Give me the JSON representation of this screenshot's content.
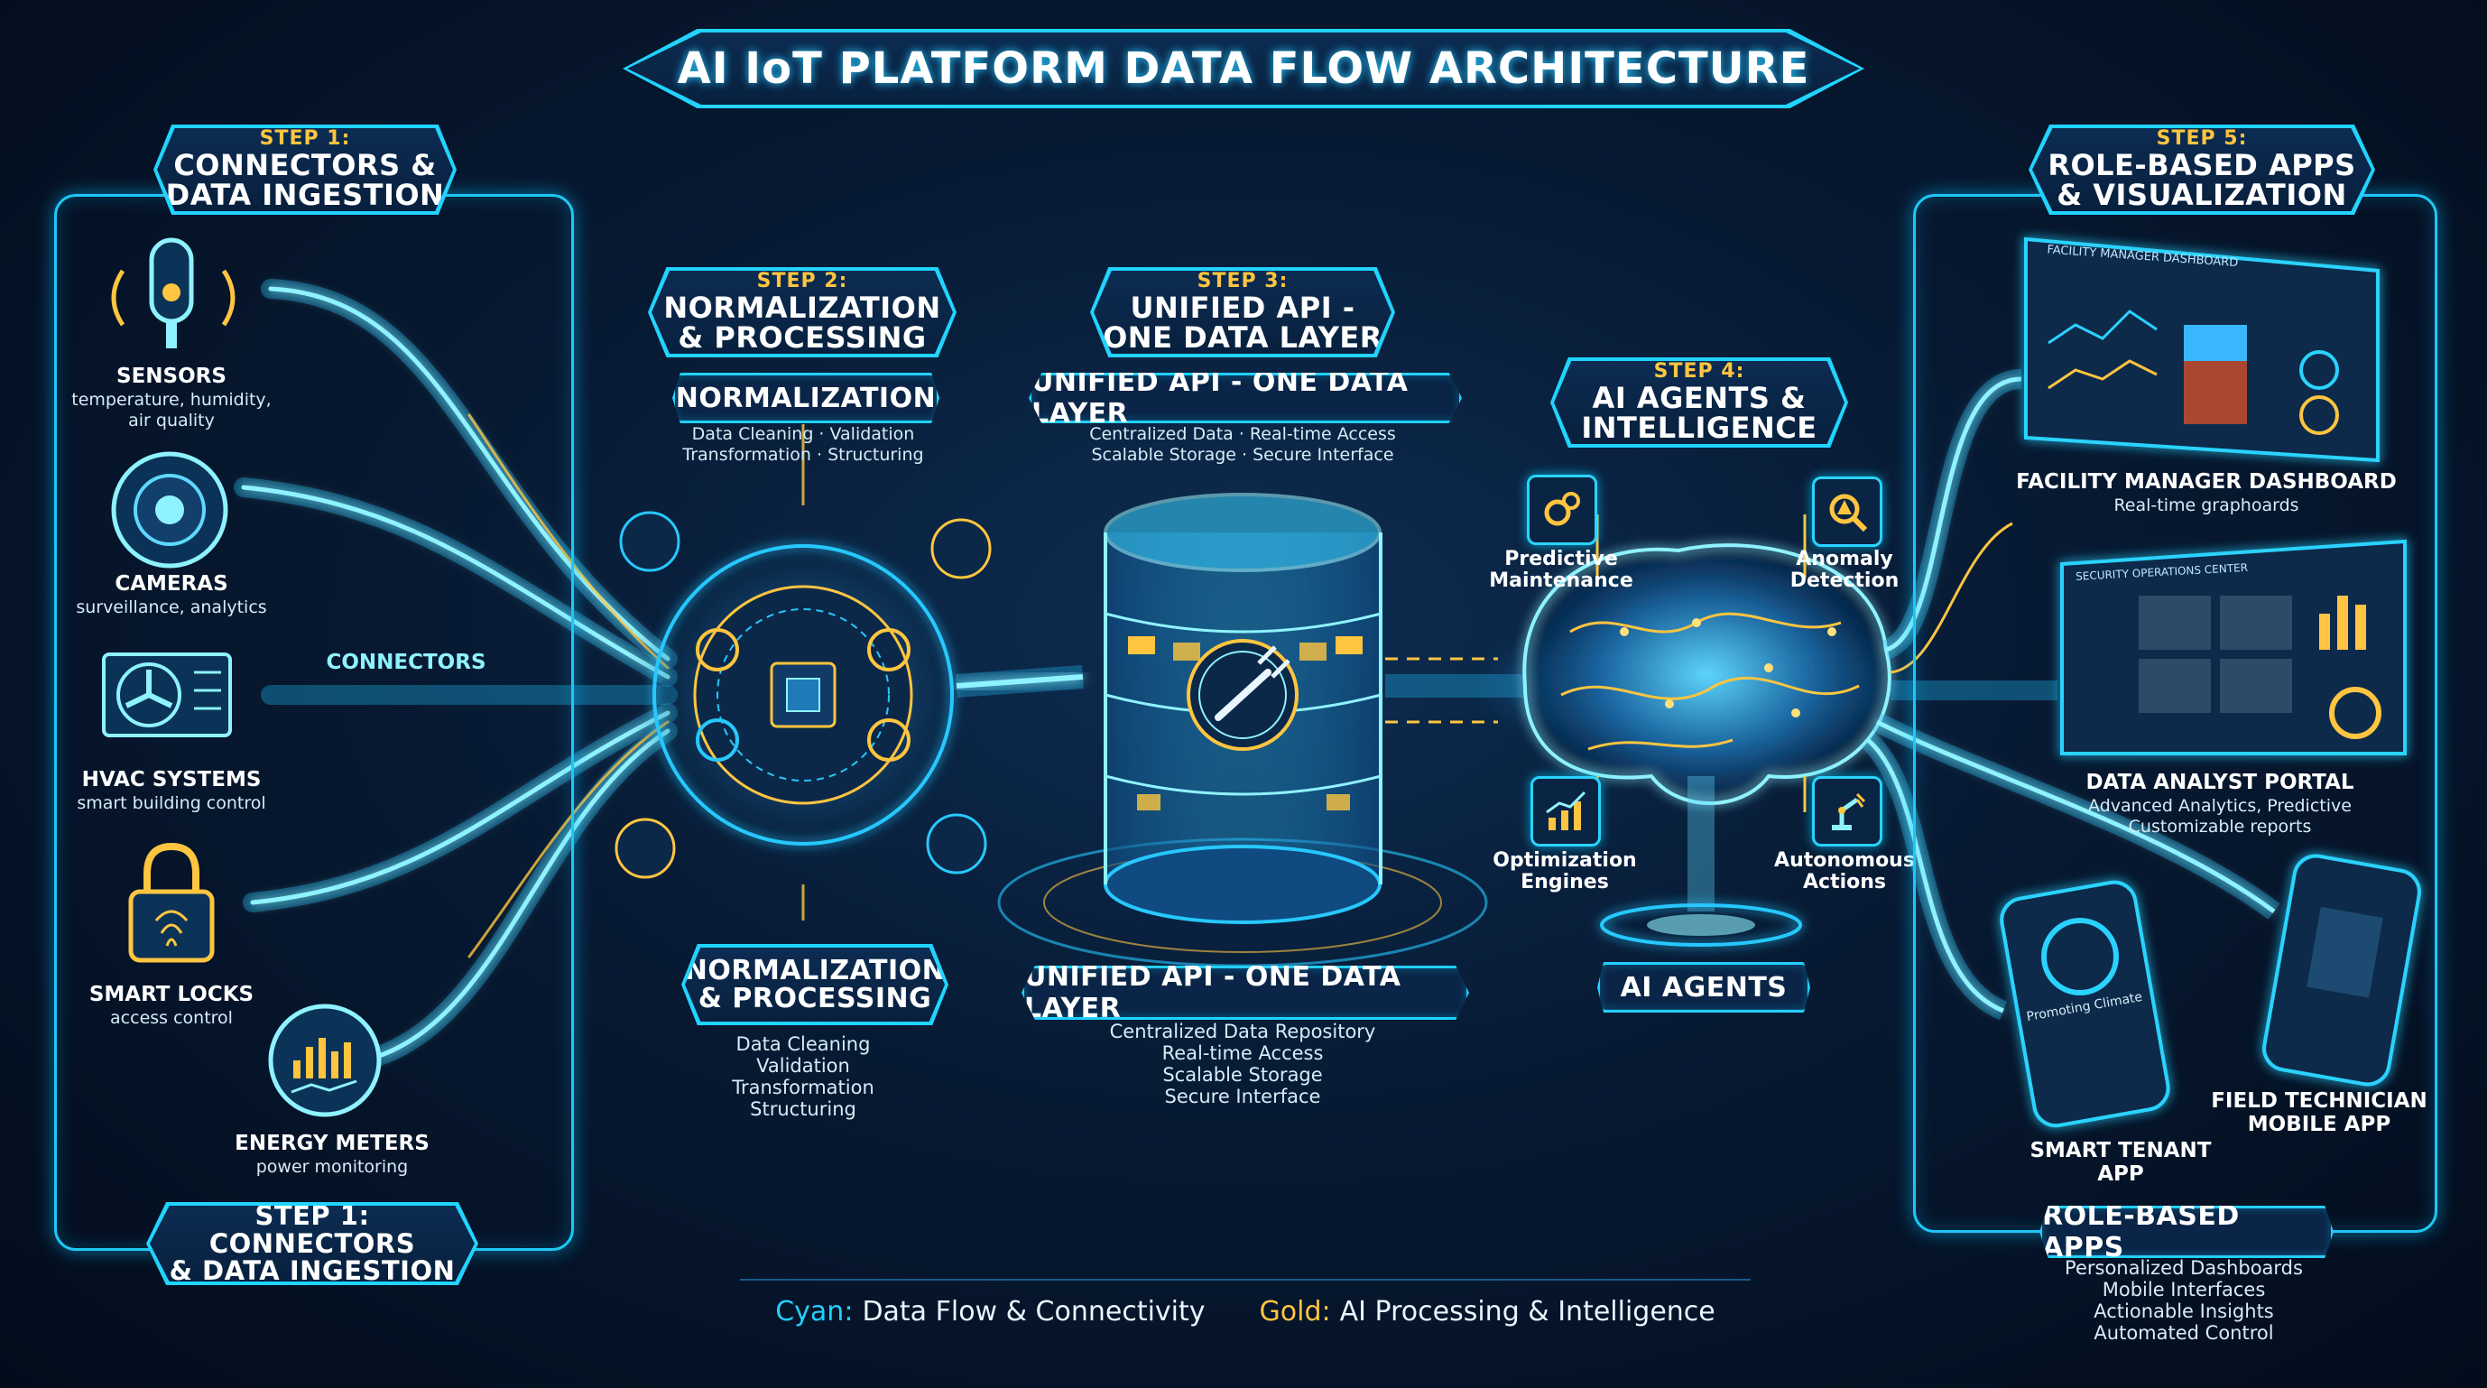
{
  "title": "AI IoT PLATFORM DATA FLOW ARCHITECTURE",
  "colors": {
    "cyan": "#22d0ff",
    "gold": "#ffc540",
    "background": "#071a33"
  },
  "step1": {
    "step": "STEP 1:",
    "heading_line1": "CONNECTORS &",
    "heading_line2": "DATA INGESTION",
    "footer_line1": "STEP 1: CONNECTORS",
    "footer_line2": "& DATA INGESTION",
    "connectors_label": "CONNECTORS",
    "sources": [
      {
        "name": "SENSORS",
        "desc_line1": "temperature, humidity,",
        "desc_line2": "air quality",
        "icon": "sensor-icon"
      },
      {
        "name": "CAMERAS",
        "desc_line1": "surveillance, analytics",
        "icon": "camera-icon"
      },
      {
        "name": "HVAC SYSTEMS",
        "desc_line1": "smart building control",
        "icon": "hvac-fan-icon"
      },
      {
        "name": "SMART LOCKS",
        "desc_line1": "access control",
        "icon": "padlock-fingerprint-icon"
      },
      {
        "name": "ENERGY METERS",
        "desc_line1": "power monitoring",
        "icon": "energy-meter-icon"
      }
    ]
  },
  "step2": {
    "step": "STEP 2:",
    "heading_line1": "NORMALIZATION",
    "heading_line2": "& PROCESSING",
    "pill": "NORMALIZATION",
    "top_line1": "Data Cleaning · Validation",
    "top_line2": "Transformation · Structuring",
    "bottom_heading_line1": "NORMALIZATION",
    "bottom_heading_line2": "& PROCESSING",
    "bottom_items": [
      "Data Cleaning",
      "Validation",
      "Transformation",
      "Structuring"
    ]
  },
  "step3": {
    "step": "STEP 3:",
    "heading_line1": "UNIFIED API -",
    "heading_line2": "ONE DATA LAYER",
    "pill": "UNIFIED API - ONE DATA LAYER",
    "top_line1": "Centralized Data · Real-time Access",
    "top_line2": "Scalable Storage · Secure Interface",
    "bottom_pill": "UNIFIED API - ONE DATA LAYER",
    "bottom_items": [
      "Centralized Data Repository",
      "Real-time Access",
      "Scalable Storage",
      "Secure Interface"
    ]
  },
  "step4": {
    "step": "STEP 4:",
    "heading_line1": "AI AGENTS &",
    "heading_line2": "INTELLIGENCE",
    "bottom_pill": "AI AGENTS",
    "agents": [
      {
        "line1": "Predictive",
        "line2": "Maintenance",
        "icon": "gears-icon"
      },
      {
        "line1": "Anomaly",
        "line2": "Detection",
        "icon": "magnifier-alert-icon"
      },
      {
        "line1": "Optimization",
        "line2": "Engines",
        "icon": "growth-chart-icon"
      },
      {
        "line1": "Autonomous",
        "line2": "Actions",
        "icon": "robot-arm-icon"
      }
    ]
  },
  "step5": {
    "step": "STEP 5:",
    "heading_line1": "ROLE-BASED APPS",
    "heading_line2": "& VISUALIZATION",
    "apps": [
      {
        "name_line1": "FACILITY MANAGER DASHBOARD",
        "desc_line1": "Real-time graphoards",
        "screen_title": "FACILITY MANAGER DASHBOARD"
      },
      {
        "name_line1": "DATA ANALYST PORTAL",
        "desc_line1": "Advanced Analytics, Predictive",
        "desc_line2": "Customizable reports",
        "screen_title": "SECURITY OPERATIONS CENTER"
      },
      {
        "name_line1": "SMART TENANT",
        "name_line2": "APP",
        "screen_text": "Promoting Climate"
      },
      {
        "name_line1": "FIELD TECHNICIAN",
        "name_line2": "MOBILE APP"
      }
    ],
    "bottom_pill": "ROLE-BASED APPS",
    "bottom_items": [
      "Personalized Dashboards",
      "Mobile Interfaces",
      "Actionable Insights",
      "Automated Control"
    ]
  },
  "legend": {
    "cyan_key": "Cyan:",
    "cyan_text": "Data Flow & Connectivity",
    "gold_key": "Gold:",
    "gold_text": "AI Processing & Intelligence"
  }
}
